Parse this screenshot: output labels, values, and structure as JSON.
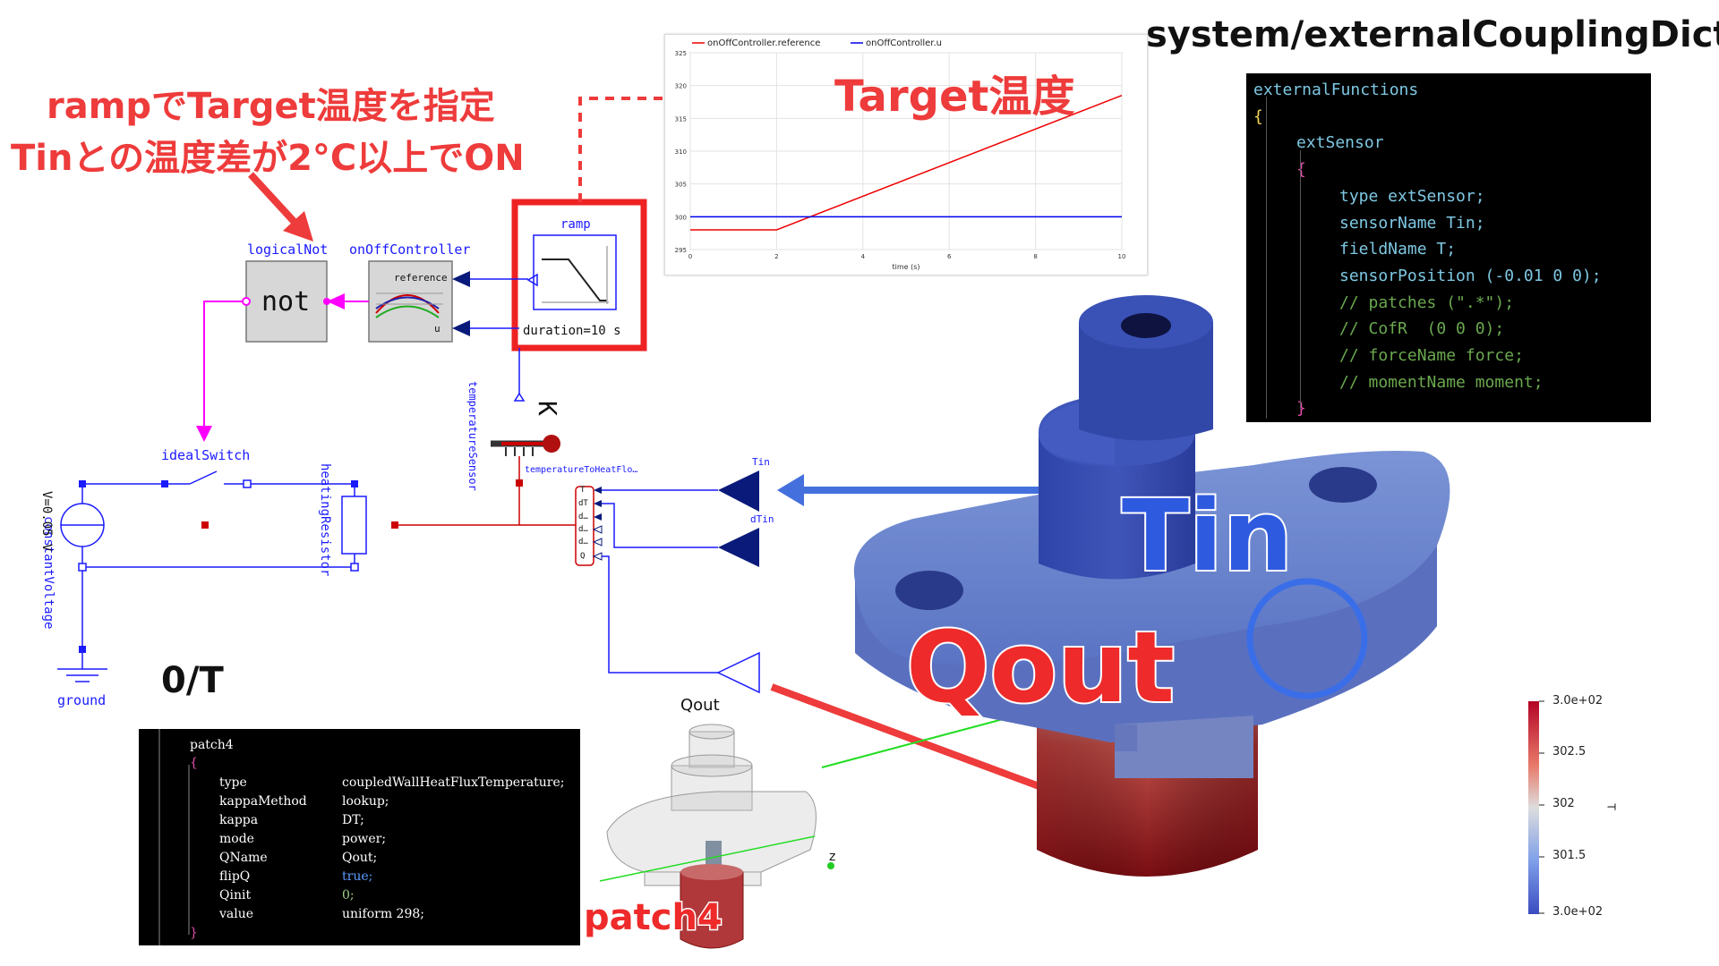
{
  "annotations": {
    "ramp_note_line1": "rampでTarget温度を指定",
    "ramp_note_line2": "Tinとの温度差が2°C以上でON",
    "target_label": "Target温度",
    "tin_label": "Tin",
    "qout_label": "Qout",
    "patch4_label": "patch4",
    "zero_t_title": "0/T",
    "coupling_title": "system/externalCouplingDict"
  },
  "modelica": {
    "logical_not_name": "logicalNot",
    "logical_not_text": "not",
    "onoff_name": "onOffController",
    "onoff_reference": "reference",
    "onoff_u": "u",
    "ramp_name": "ramp",
    "ramp_duration": "duration=10 s",
    "ideal_switch": "idealSwitch",
    "constant_voltage": "constantVoltage",
    "voltage_value": "V=0.05 V",
    "heating_resistor": "heatingResistor",
    "temperature_sensor": "temperatureSensor",
    "kelvin": "K",
    "temp_to_heatflow": "temperatureToHeatFlo…",
    "port_T": "T",
    "port_dT": "dT",
    "port_d1": "d…",
    "port_d2": "d…",
    "port_d3": "d…",
    "port_Q": "Q",
    "tin_port": "Tin",
    "dtin_port": "dTin",
    "ground": "ground"
  },
  "chart_data": {
    "type": "line",
    "title": "",
    "xlabel": "time (s)",
    "ylabel": "",
    "xlim": [
      0,
      10
    ],
    "ylim": [
      295,
      325
    ],
    "xticks": [
      0,
      2,
      4,
      6,
      8,
      10
    ],
    "yticks": [
      295,
      300,
      305,
      310,
      315,
      320,
      325
    ],
    "legend_position": "top",
    "series": [
      {
        "name": "onOffController.reference",
        "color": "#ee0000",
        "x": [
          0,
          2,
          10
        ],
        "y": [
          298,
          298,
          318.5
        ]
      },
      {
        "name": "onOffController.u",
        "color": "#0000ee",
        "x": [
          0,
          10
        ],
        "y": [
          300,
          300
        ]
      }
    ]
  },
  "coupling_dict": {
    "lines": [
      {
        "text": "externalFunctions",
        "color": "#7ec8e3",
        "indent": 0
      },
      {
        "text": "{",
        "color": "#f5d75a",
        "indent": 0
      },
      {
        "text": "extSensor",
        "color": "#7ec8e3",
        "indent": 1
      },
      {
        "text": "{",
        "color": "#e84db0",
        "indent": 1
      },
      {
        "text": "type extSensor;",
        "color": "#7ec8e3",
        "indent": 2
      },
      {
        "text": "sensorName Tin;",
        "color": "#7ec8e3",
        "indent": 2
      },
      {
        "text": "fieldName T;",
        "color": "#7ec8e3",
        "indent": 2
      },
      {
        "text": "sensorPosition (-0.01 0 0);",
        "color": "#7ec8e3",
        "indent": 2
      },
      {
        "text": "// patches (\".*\");",
        "color": "#6aa84f",
        "indent": 2
      },
      {
        "text": "// CofR  (0 0 0);",
        "color": "#6aa84f",
        "indent": 2
      },
      {
        "text": "// forceName force;",
        "color": "#6aa84f",
        "indent": 2
      },
      {
        "text": "// momentName moment;",
        "color": "#6aa84f",
        "indent": 2
      },
      {
        "text": "}",
        "color": "#e84db0",
        "indent": 1
      }
    ]
  },
  "zero_t_code": {
    "patch_name": "patch4",
    "open_brace": "{",
    "close_brace": "}",
    "entries": [
      {
        "key": "type",
        "value": "coupledWallHeatFluxTemperature;",
        "value_color": "#ffffff"
      },
      {
        "key": "kappaMethod",
        "value": "lookup;",
        "value_color": "#ffffff"
      },
      {
        "key": "kappa",
        "value": "DT;",
        "value_color": "#ffffff"
      },
      {
        "key": "mode",
        "value": "power;",
        "value_color": "#ffffff"
      },
      {
        "key": "QName",
        "value": "Qout;",
        "value_color": "#ffffff"
      },
      {
        "key": "flipQ",
        "value": "true;",
        "value_color": "#5b9bff"
      },
      {
        "key": "Qinit",
        "value": "0;",
        "value_color": "#9fd18b"
      },
      {
        "key": "value",
        "value": "uniform 298;",
        "value_color": "#ffffff"
      }
    ]
  },
  "qout_title": "Qout",
  "axis_z": "z",
  "colorbar": {
    "field": "T",
    "ticks": [
      "3.0e+02",
      "302.5",
      "302",
      "301.5",
      "3.0e+02"
    ],
    "colors": {
      "top": "#b40426",
      "mid": "#dddddd",
      "bottom": "#3b4cc0"
    }
  }
}
